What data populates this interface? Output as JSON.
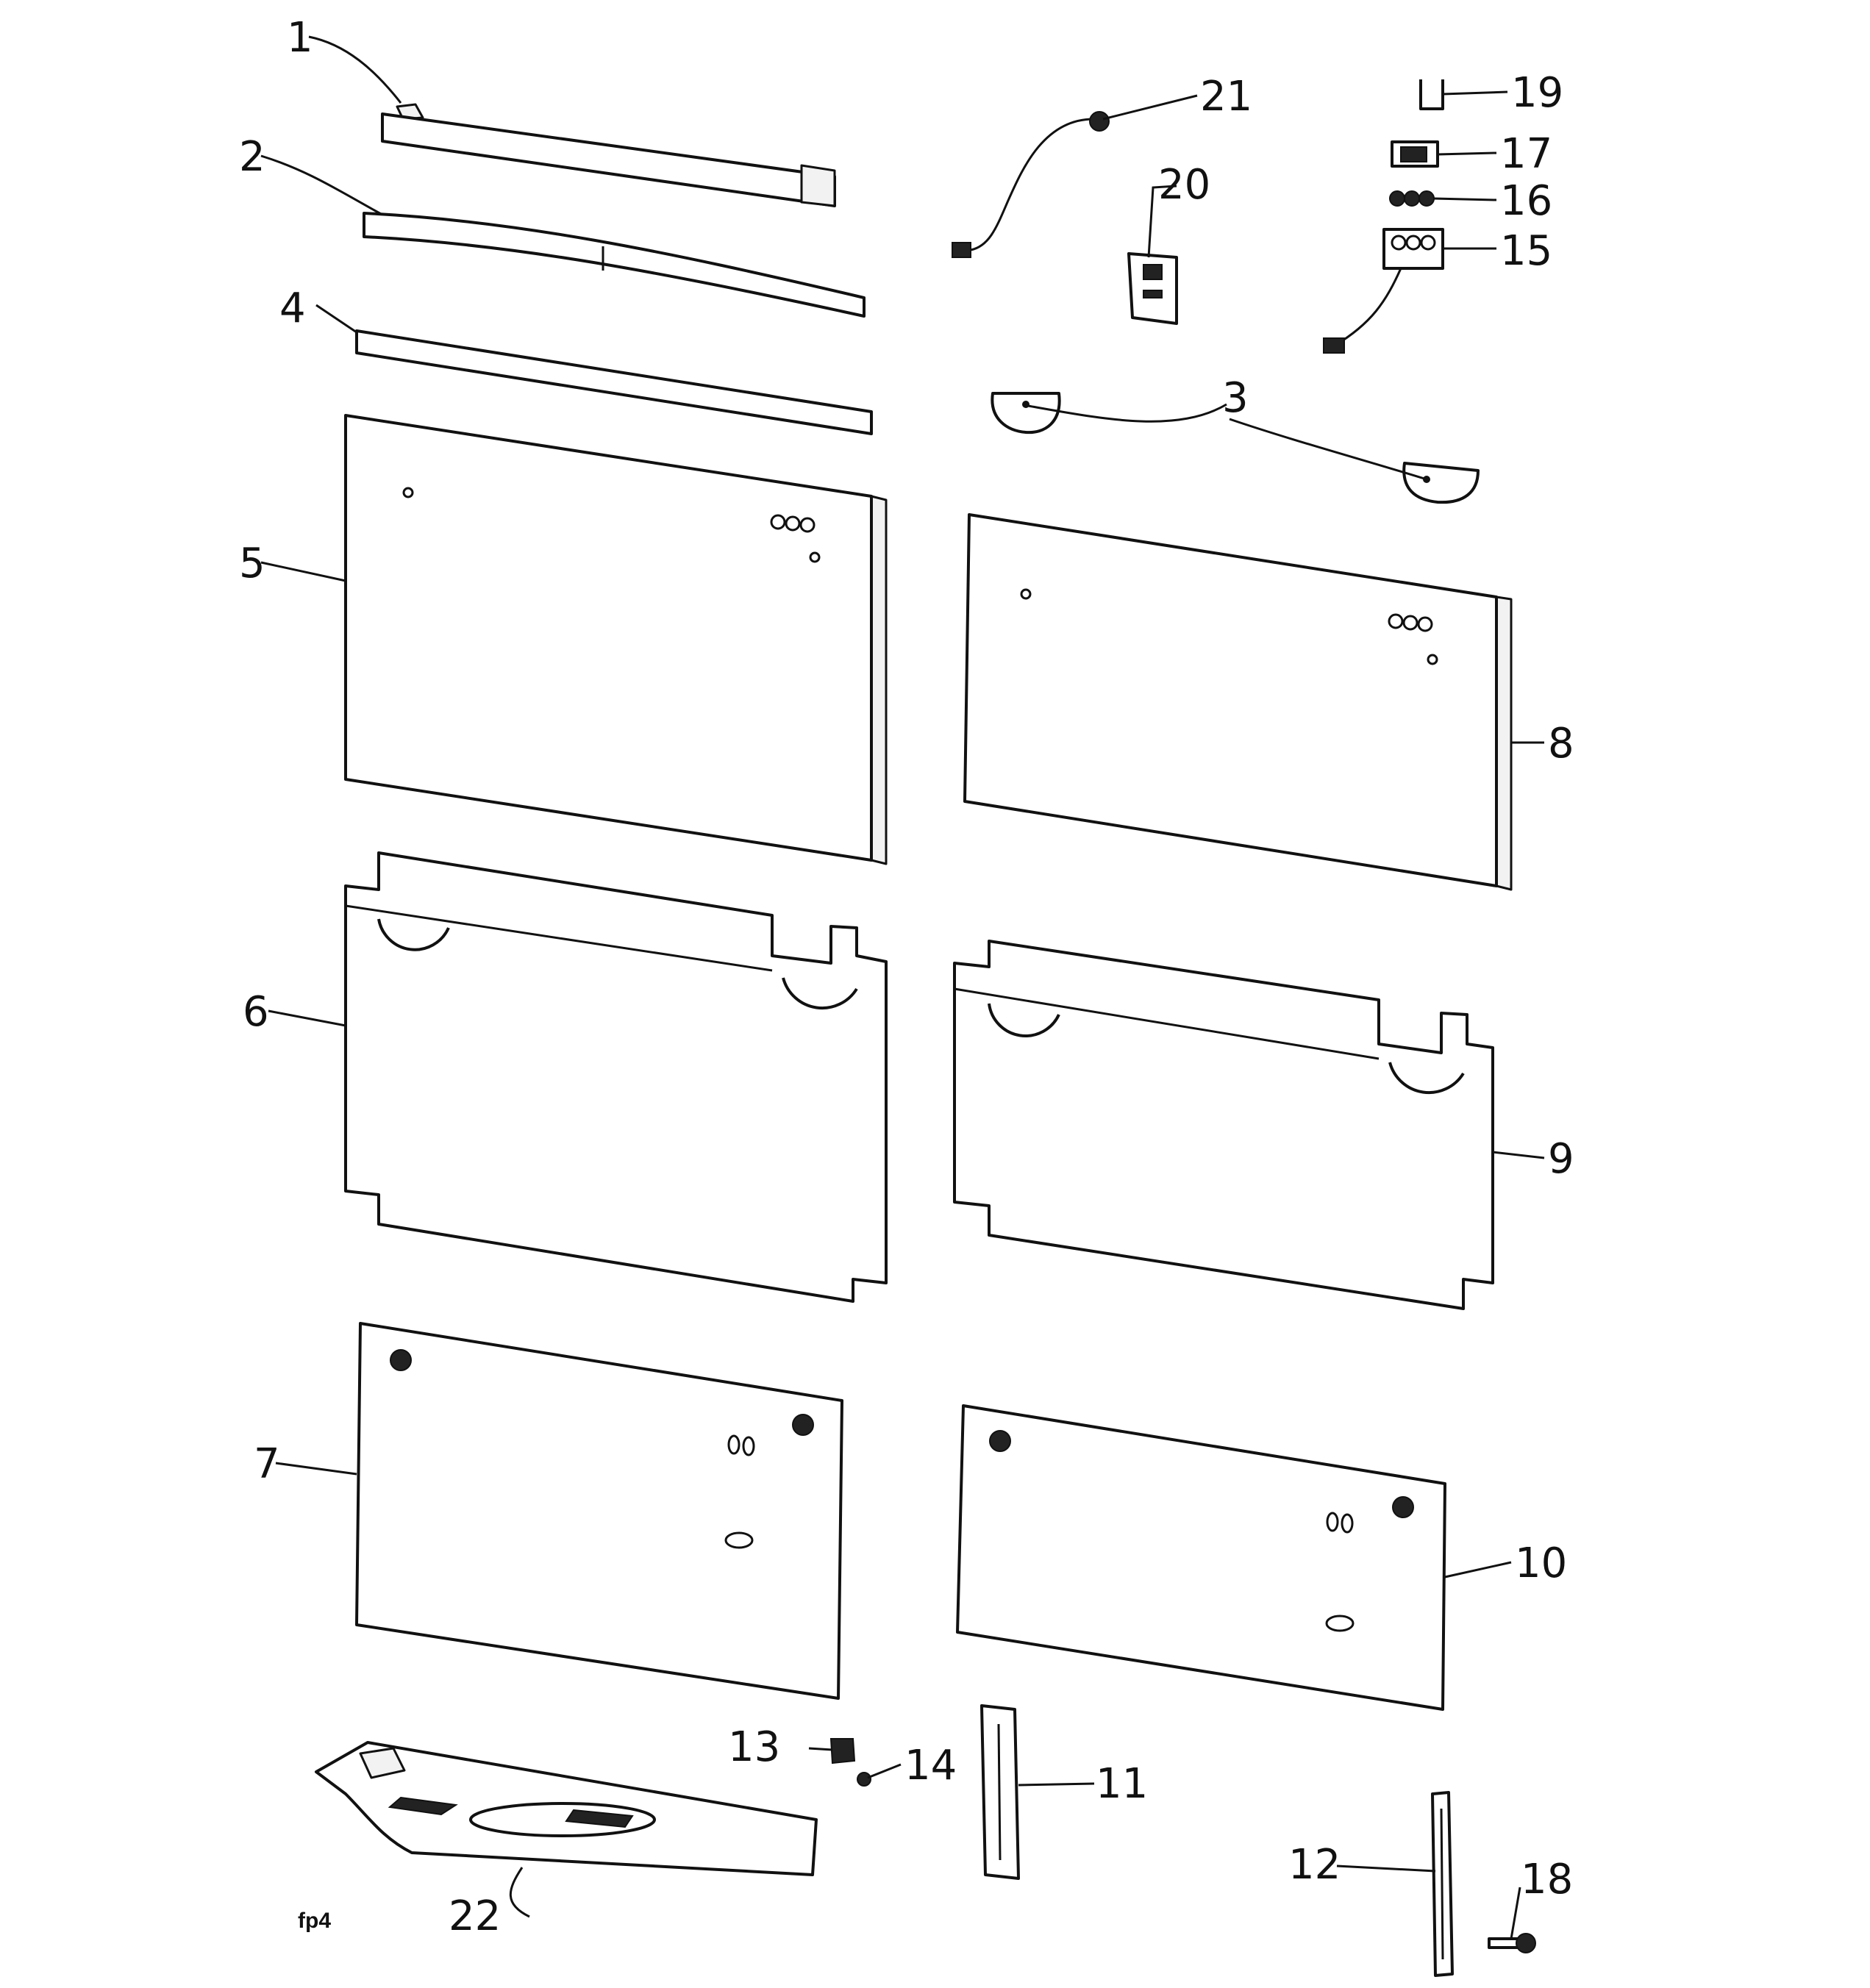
{
  "callouts": {
    "c1": "1",
    "c2": "2",
    "c3": "3",
    "c4": "4",
    "c5": "5",
    "c6": "6",
    "c7": "7",
    "c8": "8",
    "c9": "9",
    "c10": "10",
    "c11": "11",
    "c12": "12",
    "c13": "13",
    "c14": "14",
    "c15": "15",
    "c16": "16",
    "c17": "17",
    "c18": "18",
    "c19": "19",
    "c20": "20",
    "c21": "21",
    "c22": "22"
  },
  "caption": "fp4"
}
